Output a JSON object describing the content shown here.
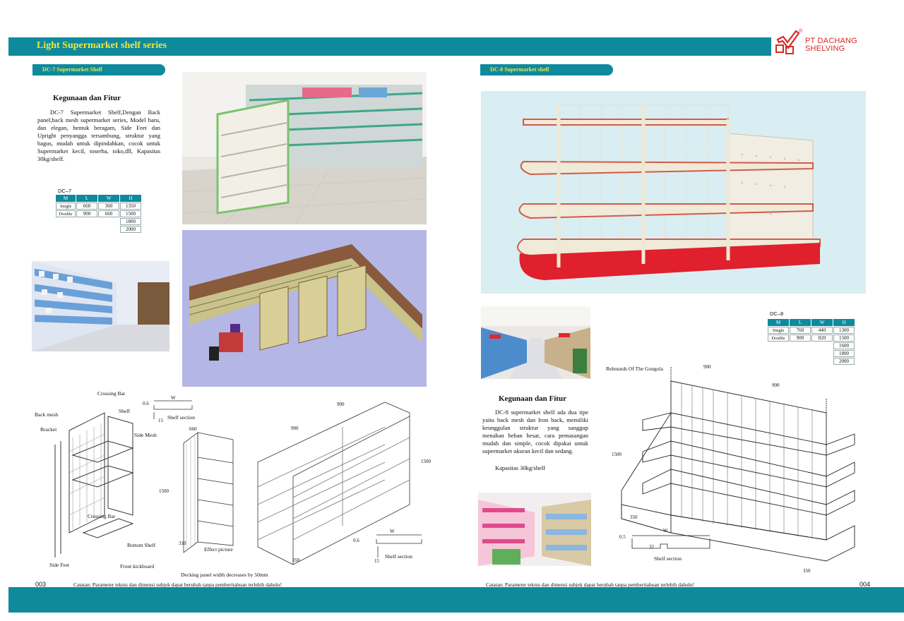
{
  "header": {
    "series_title": "Light Supermarket shelf series",
    "logo_line1": "PT DACHANG",
    "logo_line2": "SHELVING",
    "reg_mark": "®"
  },
  "dc7": {
    "section_label": "DC-7 Supermarket Shelf",
    "heading": "Kegunaan dan Fitur",
    "paragraph": "DC-7 Supermarket Shelf,Dengan Back panel,back mesh supermarket series, Model baru, dan elegan, bentuk beragam, Side Feet dan Upright penyangga tersambung, struktur yang bagus, mudah untuk dipindahkan, cocok untuk Supermarket kecil, toserba, toko,dll, Kapasitas 30kg/shelf.",
    "table": {
      "label": "DC–7",
      "headers": [
        "M",
        "L",
        "W",
        "H"
      ],
      "rows": [
        [
          "Single",
          "660",
          "360",
          "1350"
        ],
        [
          "Double",
          "900",
          "660",
          "1500"
        ],
        [
          "",
          "",
          "",
          "1800"
        ],
        [
          "",
          "",
          "",
          "2000"
        ]
      ]
    },
    "diagram_labels": {
      "crossing_bar_top": "Crossing Bar",
      "shelf": "Shelf",
      "back_mesh": "Back mesh",
      "bracket": "Bracket",
      "side_mesh": "Side Mesh",
      "crossing_bar_mid": "Crossing Bar",
      "bottom_shelf": "Bottom Shelf",
      "side_feet": "Side Feet",
      "front_kickboard": "Front kickboard",
      "shelf_section": "Shelf section",
      "effect_picture": "Effect picture",
      "decking_note": "Decking panel width decreases by 50mm",
      "shelf_section_2": "Shelf section"
    },
    "dims": {
      "d06": "0.6",
      "w": "W",
      "d15": "15",
      "d660": "660",
      "d1500": "1500",
      "d310": "310",
      "d900a": "900",
      "d900b": "900",
      "d1500b": "1500",
      "d350": "350",
      "d06b": "0.6",
      "wb": "W",
      "d15b": "15"
    },
    "footnote": "Catatan: Parameter teknis dan dimensi subjek dapat berubah tanpa pemberitahuan terlebih dahulu!",
    "page": "003"
  },
  "dc8": {
    "section_label": "DC-8 Supermarket shelf",
    "heading": "Kegunaan dan Fitur",
    "paragraph": "DC-8 supermarket shelf ada dua tipe yaitu back mesh dan Iron back, memiliki keunggulan struktur yang sanggup menahan beban besar, cara pemasangan mudah dan simple, cocok dipakai untuk supermarket ukuran kecil dan sedang.",
    "capacity": "Kapasitas 30kg/shelf",
    "table": {
      "label": "DC–8",
      "headers": [
        "M",
        "L",
        "W",
        "H"
      ],
      "rows": [
        [
          "Single",
          "760",
          "440",
          "1300"
        ],
        [
          "Double",
          "900",
          "820",
          "1500"
        ],
        [
          "",
          "",
          "",
          "1600"
        ],
        [
          "",
          "",
          "",
          "1800"
        ],
        [
          "",
          "",
          "",
          "2000"
        ]
      ]
    },
    "diagram_labels": {
      "rebounds": "Rebounds Of The Gongola",
      "shelf_section": "Shelf section"
    },
    "dims": {
      "d900a": "900",
      "d900b": "900",
      "d1500": "1500",
      "d350": "350",
      "w": "W",
      "d05": "0.5",
      "d32": "32",
      "d350b": "350"
    },
    "footnote": "Catatan: Parameter teknis dan dimensi subjek dapat berubah tanpa pemberitahuan terlebih dahulu!",
    "page": "004"
  },
  "colors": {
    "band": "#0e8a9c",
    "title_yellow": "#f4e53a",
    "brand_red": "#d62a24"
  }
}
